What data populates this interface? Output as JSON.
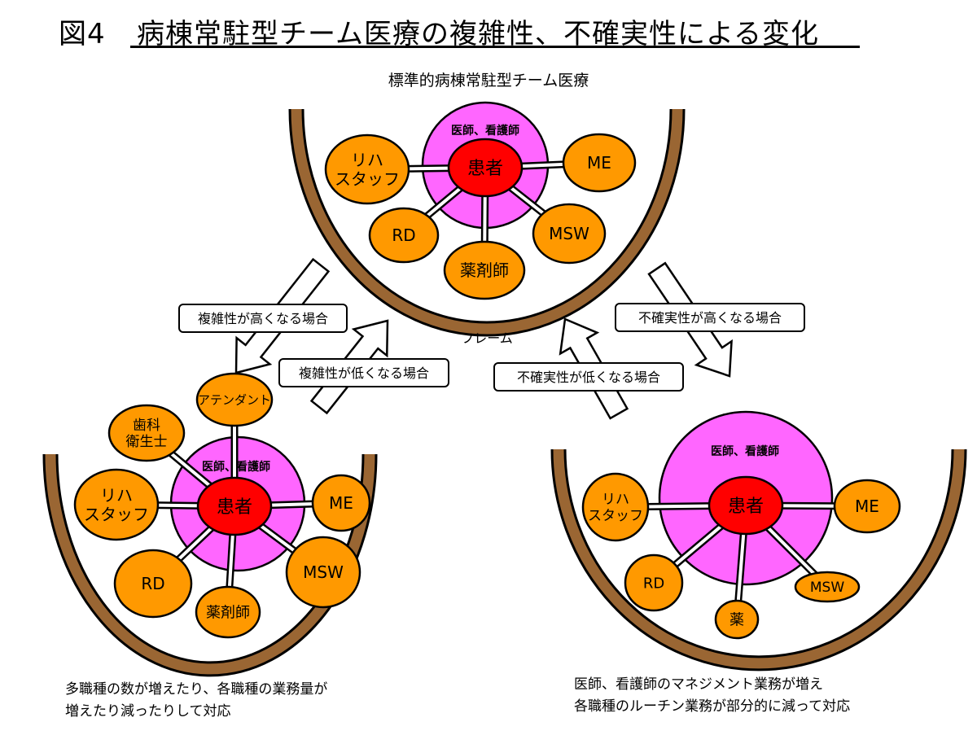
{
  "title": {
    "figure_label": "図4",
    "text": "病棟常駐型チーム医療の複雑性、不確実性による変化"
  },
  "colors": {
    "frame": "#9a6633",
    "core": "#ff66ff",
    "patient": "#ff0000",
    "member": "#ff9900",
    "outline": "#000000"
  },
  "frame_label": "フレーム",
  "panels": {
    "standard": {
      "title": "標準的病棟常駐型チーム医療",
      "core_label": "医師、看護師",
      "patient_label": "患者",
      "members": [
        {
          "id": "reha",
          "lines": [
            "リハ",
            "スタッフ"
          ]
        },
        {
          "id": "me",
          "lines": [
            "ME"
          ]
        },
        {
          "id": "rd",
          "lines": [
            "RD"
          ]
        },
        {
          "id": "pharm",
          "lines": [
            "薬剤師"
          ]
        },
        {
          "id": "msw",
          "lines": [
            "MSW"
          ]
        }
      ]
    },
    "complex": {
      "core_label": "医師、看護師",
      "patient_label": "患者",
      "members": [
        {
          "id": "attendant",
          "lines": [
            "アテンダント"
          ]
        },
        {
          "id": "dental",
          "lines": [
            "歯科",
            "衛生士"
          ]
        },
        {
          "id": "reha",
          "lines": [
            "リハ",
            "スタッフ"
          ]
        },
        {
          "id": "me",
          "lines": [
            "ME"
          ]
        },
        {
          "id": "rd",
          "lines": [
            "RD"
          ]
        },
        {
          "id": "pharm",
          "lines": [
            "薬剤師"
          ]
        },
        {
          "id": "msw",
          "lines": [
            "MSW"
          ]
        }
      ],
      "caption": [
        "多職種の数が増えたり、各職種の業務量が",
        "増えたり減ったりして対応"
      ]
    },
    "uncertain": {
      "core_label": "医師、看護師",
      "patient_label": "患者",
      "members": [
        {
          "id": "reha",
          "lines": [
            "リハ",
            "スタッフ"
          ]
        },
        {
          "id": "me",
          "lines": [
            "ME"
          ]
        },
        {
          "id": "rd",
          "lines": [
            "RD"
          ]
        },
        {
          "id": "pharm",
          "lines": [
            "薬"
          ]
        },
        {
          "id": "msw",
          "lines": [
            "MSW"
          ]
        }
      ],
      "caption": [
        "医師、看護師のマネジメント業務が増え",
        "各職種のルーチン業務が部分的に減って対応"
      ]
    }
  },
  "transitions": {
    "complexity_up": "複雑性が高くなる場合",
    "complexity_down": "複雑性が低くなる場合",
    "uncertainty_up": "不確実性が高くなる場合",
    "uncertainty_down": "不確実性が低くなる場合"
  }
}
